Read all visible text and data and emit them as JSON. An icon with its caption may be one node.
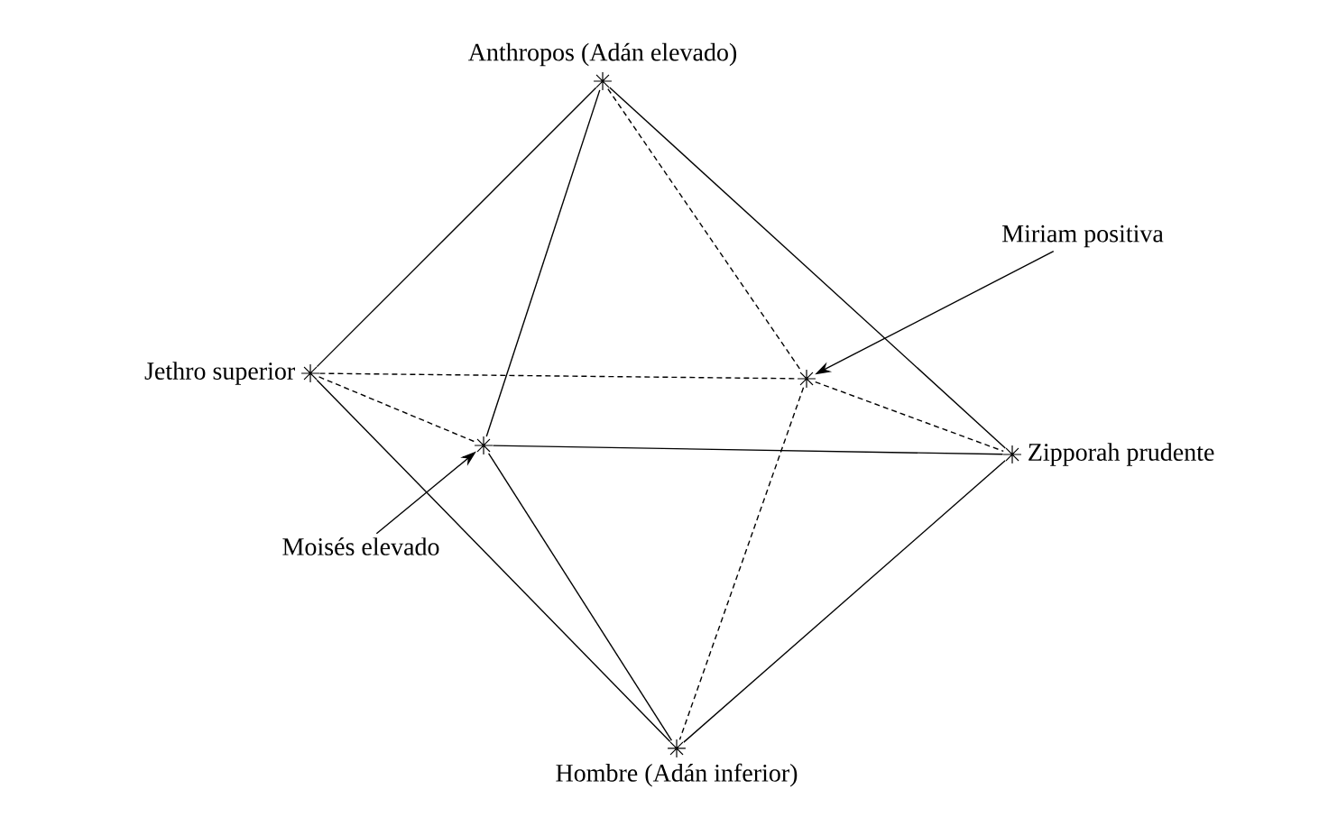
{
  "diagram": {
    "nodes": [
      {
        "text": [
          "Anthropos (Adán elevado)"
        ]
      },
      {
        "text": [
          "Jethro superior"
        ]
      },
      {
        "text": [
          "Miriam positiva"
        ]
      },
      {
        "text": [],
        "shape": "star"
      },
      {
        "text": [],
        "shape": "star"
      },
      {
        "text": [
          "Zipporah prudente"
        ]
      },
      {
        "text": [
          "Moisés elevado"
        ]
      },
      {
        "text": [
          "Hombre (Adán inferior)"
        ]
      }
    ],
    "edges": [
      {
        "from": 0,
        "to": 1,
        "arrow": "none"
      },
      {
        "from": 0,
        "to": 5,
        "arrow": "none"
      },
      {
        "from": 0,
        "to": 4,
        "arrow": "none"
      },
      {
        "from": 1,
        "to": 7,
        "arrow": "none"
      },
      {
        "from": 5,
        "to": 7,
        "arrow": "none"
      },
      {
        "from": 4,
        "to": 7,
        "arrow": "none"
      },
      {
        "from": 4,
        "to": 5,
        "arrow": "none"
      },
      {
        "from": 0,
        "to": 3,
        "arrow": "none",
        "style": "dashed"
      },
      {
        "from": 1,
        "to": 3,
        "arrow": "none",
        "style": "dashed"
      },
      {
        "from": 1,
        "to": 4,
        "arrow": "none",
        "style": "dashed"
      },
      {
        "from": 3,
        "to": 5,
        "arrow": "none",
        "style": "dashed"
      },
      {
        "from": 3,
        "to": 7,
        "arrow": "none",
        "style": "dashed"
      },
      {
        "from": 2,
        "to": 3,
        "arrow": "to"
      },
      {
        "from": 6,
        "to": 4,
        "arrow": "to"
      }
    ]
  }
}
